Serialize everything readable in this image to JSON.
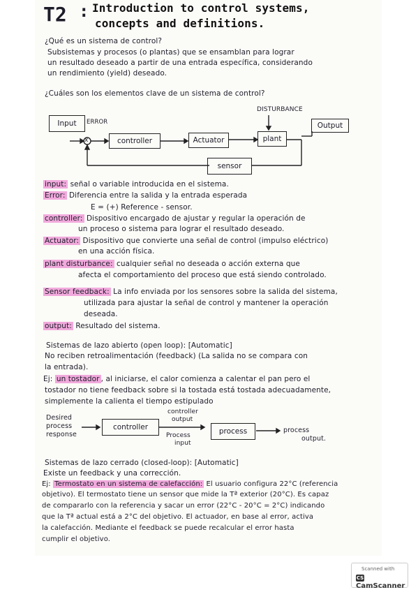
{
  "header": {
    "number": "T2",
    "colon": ":",
    "title_line1": "Introduction to control systems,",
    "title_line2": "concepts and definitions."
  },
  "q1": {
    "question": "¿Qué es un sistema de control?",
    "answer": [
      "Subsistemas y procesos (o plantas) que se ensamblan para lograr",
      "un resultado deseado a partir de una entrada específica, considerando",
      "un rendimiento (yield) deseado."
    ]
  },
  "q2": {
    "question": "¿Cuáles son los elementos clave de un sistema de control?"
  },
  "diagram1": {
    "input": "Input",
    "error": "ERROR",
    "sum": "x",
    "controller": "controller",
    "actuator": "Actuator",
    "disturbance": "DISTURBANCE",
    "plant": "plant",
    "output": "Output",
    "sensor": "sensor"
  },
  "definitions": [
    {
      "term": "input:",
      "text": [
        "señal o variable introducida en el sistema."
      ]
    },
    {
      "term": "Error:",
      "text": [
        "Diferencia entre la salida y la entrada esperada",
        "E = (+) Reference - sensor."
      ]
    },
    {
      "term": "controller:",
      "text": [
        "Dispositivo encargado de ajustar y regular la operación de",
        "un proceso o sistema para lograr el resultado deseado."
      ]
    },
    {
      "term": "Actuator:",
      "text": [
        "Dispositivo que convierte una señal de control (impulso eléctrico)",
        "en una acción física."
      ]
    },
    {
      "term": "plant disturbance:",
      "text": [
        "cualquier señal no deseada o acción externa que",
        "afecta el comportamiento del proceso que está siendo controlado."
      ]
    },
    {
      "term": "Sensor feedback:",
      "text": [
        "La info enviada por los sensores sobre la salida del sistema,",
        "utilizada para ajustar la señal de control y mantener la operación",
        "deseada."
      ]
    },
    {
      "term": "output:",
      "text": [
        "Resultado del sistema."
      ]
    }
  ],
  "open_loop": {
    "heading": "Sistemas de lazo abierto (open loop): [Automatic]",
    "lines": [
      "No reciben retroalimentación (feedback) (La salida no se compara con",
      "la entrada)."
    ],
    "example_prefix": "Ej:",
    "example_highlight": "un tostador",
    "example_rest": ", al iniciarse, el calor comienza a calentar el pan pero el",
    "example_lines": [
      "tostador no tiene feedback sobre si la tostada está tostada adecuadamente,",
      "simplemente la calienta el tiempo estipulado"
    ]
  },
  "diagram2": {
    "desired": [
      "Desired",
      "process",
      "response"
    ],
    "controller": "controller",
    "controller_output": [
      "controller",
      "output"
    ],
    "process_input": [
      "Process",
      "input"
    ],
    "process": "process",
    "process_output": [
      "process",
      "output."
    ]
  },
  "closed_loop": {
    "heading": "Sistemas de lazo cerrado (closed-loop): [Automatic]",
    "line1": "Existe un feedback y una corrección.",
    "example_prefix": "Ej:",
    "example_highlight": "Termostato en un sistema de calefacción:",
    "example_rest": " El usuario configura 22°C (referencia",
    "example_lines": [
      "objetivo). El termostato tiene un sensor que mide la Tª exterior (20°C). Es capaz",
      "de compararlo con la referencia y sacar un error (22°C - 20°C = 2°C) indicando",
      "que la Tª actual está a 2°C del objetivo. El actuador, en base al error, activa",
      "la calefacción. Mediante el feedback se puede recalcular el error hasta",
      "cumplir el objetivo."
    ]
  },
  "stamp": {
    "line1": "Scanned with",
    "line2": "CamScanner",
    "icon_text": "CS"
  },
  "colors": {
    "highlight": "#f1a9dc",
    "ink": "#1d1d2a"
  }
}
